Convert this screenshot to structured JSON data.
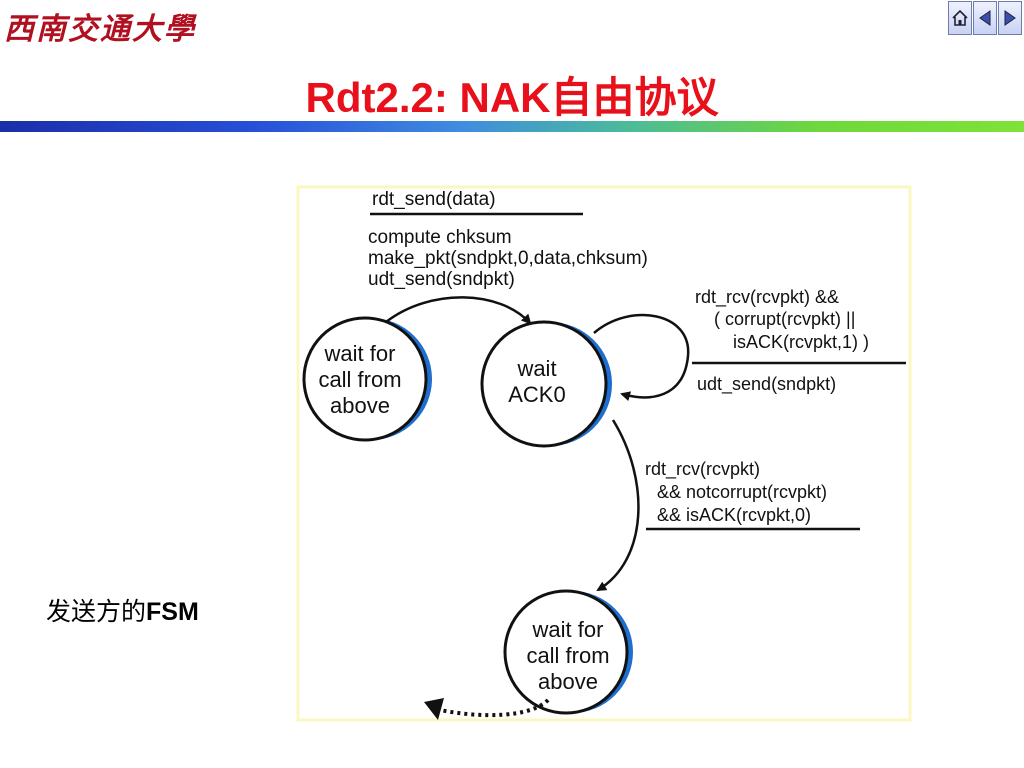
{
  "header": {
    "logo_text": "西南交通大學"
  },
  "nav": {
    "home_icon": "home-icon",
    "prev_icon": "triangle-left-icon",
    "next_icon": "triangle-right-icon"
  },
  "title": "Rdt2.2: NAK自由协议",
  "caption": {
    "prefix": "发送方的",
    "bold": "FSM"
  },
  "fsm": {
    "states": {
      "wait_call_from_above_0": [
        "wait for",
        "call from",
        "above"
      ],
      "wait_ack0": [
        "wait",
        "ACK0"
      ],
      "wait_call_from_above_1": [
        "wait for",
        "call from",
        "above"
      ]
    },
    "transition_send": {
      "event": "rdt_send(data)",
      "actions": [
        "compute chksum",
        "make_pkt(sndpkt,0,data,chksum)",
        "udt_send(sndpkt)"
      ]
    },
    "transition_resend": {
      "event": [
        "rdt_rcv(rcvpkt) &&",
        "( corrupt(rcvpkt) ||",
        "isACK(rcvpkt,1) )"
      ],
      "actions": [
        "udt_send(sndpkt)"
      ]
    },
    "transition_ack": {
      "event": [
        "rdt_rcv(rcvpkt)",
        "&& notcorrupt(rcvpkt)",
        "&& isACK(rcvpkt,0)"
      ],
      "actions": []
    }
  },
  "colors": {
    "title": "#e8101a",
    "state_shadow": "#1f6fd0",
    "panel_border": "#fbf7c0"
  }
}
